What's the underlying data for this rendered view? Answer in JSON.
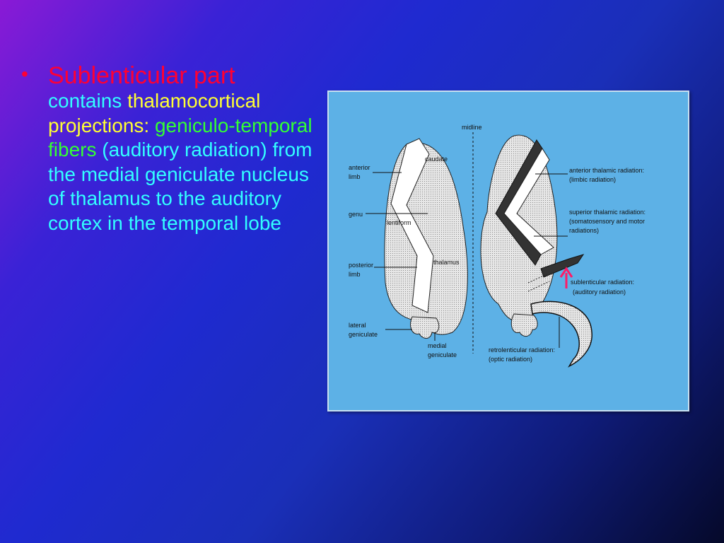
{
  "slide": {
    "bullet_symbol": "•",
    "title": "Sublenticular part",
    "segments": [
      {
        "text": "contains",
        "color": "cyan"
      },
      {
        "text": "thalamocortical projections:",
        "color": "yellow"
      },
      {
        "text": "geniculo-temporal fibers",
        "color": "green"
      },
      {
        "text": "(auditory radiation) from the medial geniculate nucleus of thalamus to the auditory cortex in the temporal lobe",
        "color": "cyan"
      }
    ]
  },
  "figure": {
    "labels": {
      "midline": "midline",
      "caudate": "caudate",
      "anterior_limb_1": "anterior",
      "anterior_limb_2": "limb",
      "genu": "genu",
      "lentiform": "lentiform",
      "posterior_limb_1": "posterior",
      "posterior_limb_2": "limb",
      "thalamus": "thalamus",
      "lateral_geniculate_1": "lateral",
      "lateral_geniculate_2": "geniculate",
      "medial_geniculate_1": "medial",
      "medial_geniculate_2": "geniculate",
      "anterior_thalamic_1": "anterior thalamic radiation:",
      "anterior_thalamic_2": "(limbic radiation)",
      "superior_thalamic_1": "superior thalamic radiation:",
      "superior_thalamic_2": "(somatosensory and motor",
      "superior_thalamic_3": "radiations)",
      "sublenticular_1": "sublenticular radiation:",
      "sublenticular_2": "(auditory radiation)",
      "retrolenticular_1": "retrolenticular radiation:",
      "retrolenticular_2": "(optic radiation)"
    },
    "colors": {
      "background": "#5db1e6",
      "stipple": "#cfcfcf",
      "capsule": "#ffffff",
      "arrow": "#ff1a66"
    }
  }
}
